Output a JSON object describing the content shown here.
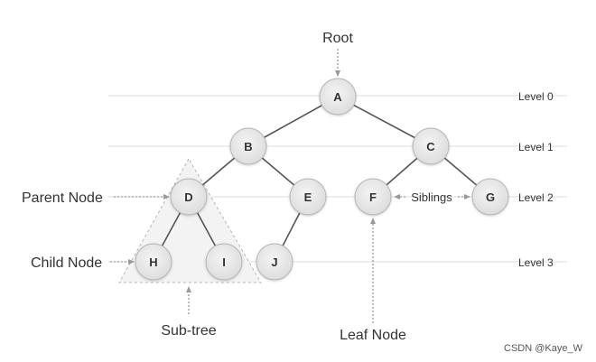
{
  "levels": {
    "l0": "Level 0",
    "l1": "Level 1",
    "l2": "Level 2",
    "l3": "Level 3"
  },
  "nodes": {
    "A": "A",
    "B": "B",
    "C": "C",
    "D": "D",
    "E": "E",
    "F": "F",
    "G": "G",
    "H": "H",
    "I": "I",
    "J": "J"
  },
  "labels": {
    "root": "Root",
    "parent_node": "Parent Node",
    "child_node": "Child Node",
    "sub_tree": "Sub-tree",
    "leaf_node": "Leaf Node",
    "siblings": "Siblings"
  },
  "watermark": "CSDN @Kaye_W",
  "colors": {
    "node_fill": "#e8e8e8",
    "node_stroke": "#b5b5b5",
    "edge": "#555555",
    "level_line": "#dcdcdc",
    "arrow": "#999999"
  }
}
